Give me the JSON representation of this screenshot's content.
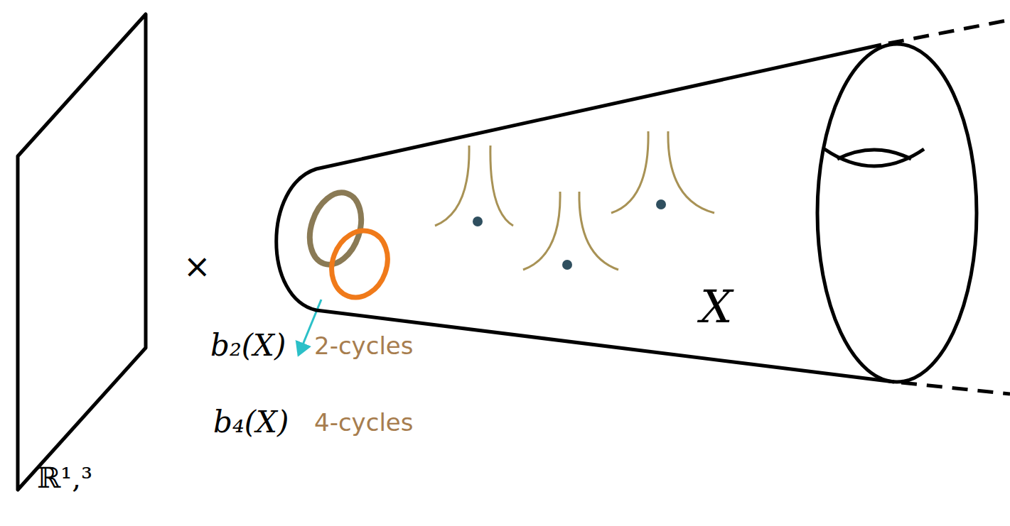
{
  "diagram": {
    "nodes": [
      {
        "text": [
          "ℝ¹,³"
        ]
      },
      {
        "text": [
          "X"
        ]
      }
    ],
    "labels": [
      "×",
      "b₂(X)",
      "2-cycles",
      "b₄(X)",
      "4-cycles"
    ]
  }
}
